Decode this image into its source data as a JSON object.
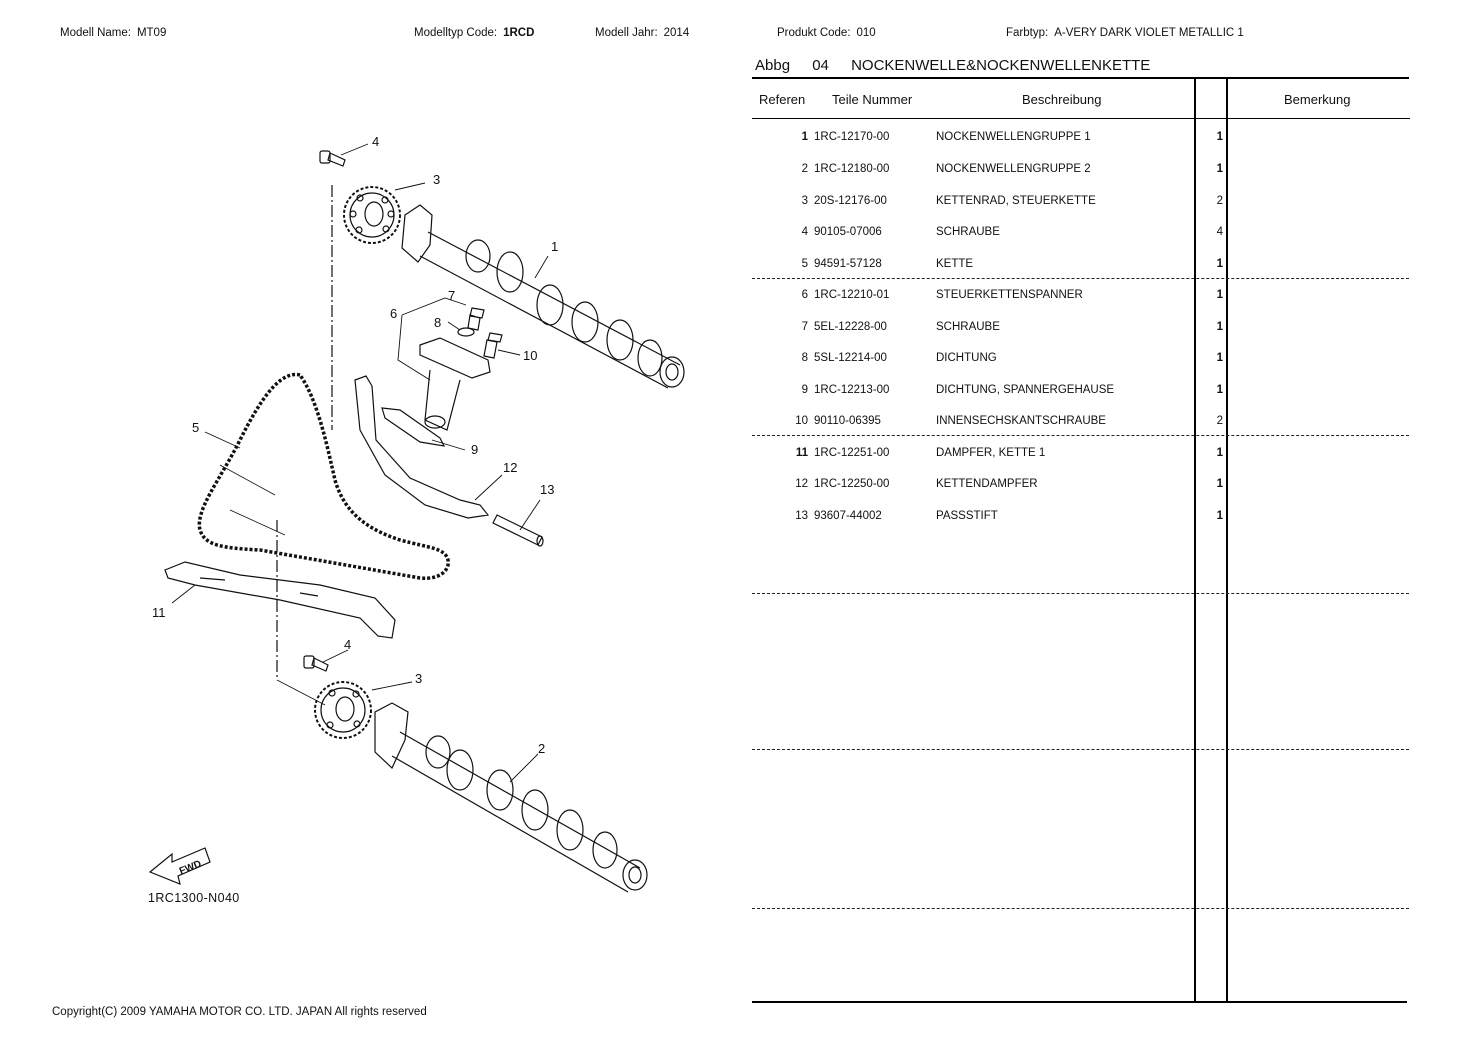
{
  "header": {
    "model_name_label": "Modell Name:",
    "model_name_value": "MT09",
    "model_type_label": "Modelltyp Code:",
    "model_type_value": "1RCD",
    "model_year_label": "Modell Jahr:",
    "model_year_value": "2014",
    "product_code_label": "Produkt Code:",
    "product_code_value": "010",
    "color_label": "Farbtyp:",
    "color_value": "A-VERY DARK VIOLET METALLIC 1"
  },
  "section": {
    "prefix": "Abbg",
    "number": "04",
    "title": "NOCKENWELLE&NOCKENWELLENKETTE"
  },
  "table": {
    "columns": {
      "ref": "Referen",
      "part_number": "Teile Nummer",
      "description": "Beschreibung",
      "quantity": "",
      "remark": "Bemerkung"
    },
    "rows": [
      {
        "ref": "1",
        "part_number": "1RC-12170-00",
        "description": "NOCKENWELLENGRUPPE 1",
        "qty": "1",
        "remark": ""
      },
      {
        "ref": "2",
        "part_number": "1RC-12180-00",
        "description": "NOCKENWELLENGRUPPE 2",
        "qty": "1",
        "remark": ""
      },
      {
        "ref": "3",
        "part_number": "20S-12176-00",
        "description": "KETTENRAD, STEUERKETTE",
        "qty": "2",
        "remark": ""
      },
      {
        "ref": "4",
        "part_number": "90105-07006",
        "description": "SCHRAUBE",
        "qty": "4",
        "remark": ""
      },
      {
        "ref": "5",
        "part_number": "94591-57128",
        "description": "KETTE",
        "qty": "1",
        "remark": ""
      },
      {
        "ref": "6",
        "part_number": "1RC-12210-01",
        "description": "STEUERKETTENSPANNER",
        "qty": "1",
        "remark": ""
      },
      {
        "ref": "7",
        "part_number": "5EL-12228-00",
        "description": "SCHRAUBE",
        "qty": "1",
        "remark": ""
      },
      {
        "ref": "8",
        "part_number": "5SL-12214-00",
        "description": "DICHTUNG",
        "qty": "1",
        "remark": ""
      },
      {
        "ref": "9",
        "part_number": "1RC-12213-00",
        "description": "DICHTUNG, SPANNERGEHAUSE",
        "qty": "1",
        "remark": ""
      },
      {
        "ref": "10",
        "part_number": "90110-06395",
        "description": "INNENSECHSKANTSCHRAUBE",
        "qty": "2",
        "remark": ""
      },
      {
        "ref": "11",
        "part_number": "1RC-12251-00",
        "description": "DAMPFER, KETTE 1",
        "qty": "1",
        "remark": ""
      },
      {
        "ref": "12",
        "part_number": "1RC-12250-00",
        "description": "KETTENDAMPFER",
        "qty": "1",
        "remark": ""
      },
      {
        "ref": "13",
        "part_number": "93607-44002",
        "description": "PASSSTIFT",
        "qty": "1",
        "remark": ""
      }
    ]
  },
  "diagram": {
    "callouts": [
      "1",
      "2",
      "3",
      "3",
      "4",
      "4",
      "5",
      "6",
      "7",
      "8",
      "9",
      "10",
      "11",
      "12",
      "13"
    ],
    "fwd_label": "FWD",
    "figure_code": "1RC1300-N040"
  },
  "footer": {
    "copyright": "Copyright(C) 2009 YAMAHA MOTOR CO. LTD. JAPAN All rights reserved"
  }
}
